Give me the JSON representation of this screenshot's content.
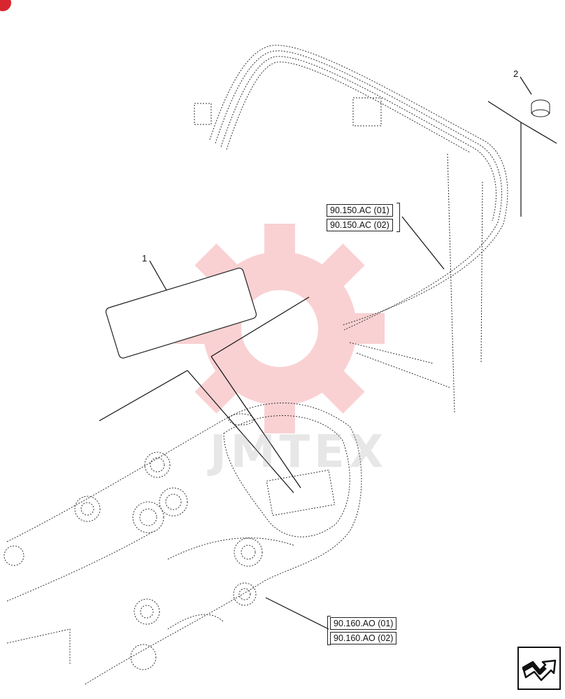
{
  "callouts": {
    "item1": "1",
    "item2": "2"
  },
  "references": {
    "roof_frame": [
      "90.150.AC (01)",
      "90.150.AC (02)"
    ],
    "dashboard": [
      "90.160.AO (01)",
      "90.160.AO (02)"
    ]
  },
  "watermark": {
    "text": "JMTEX",
    "color": "#e8333b"
  },
  "nav_icon": "next-page-arrow-icon",
  "colors": {
    "line": "#222222",
    "watermark": "#e8333b",
    "badge": "#d8262e"
  }
}
